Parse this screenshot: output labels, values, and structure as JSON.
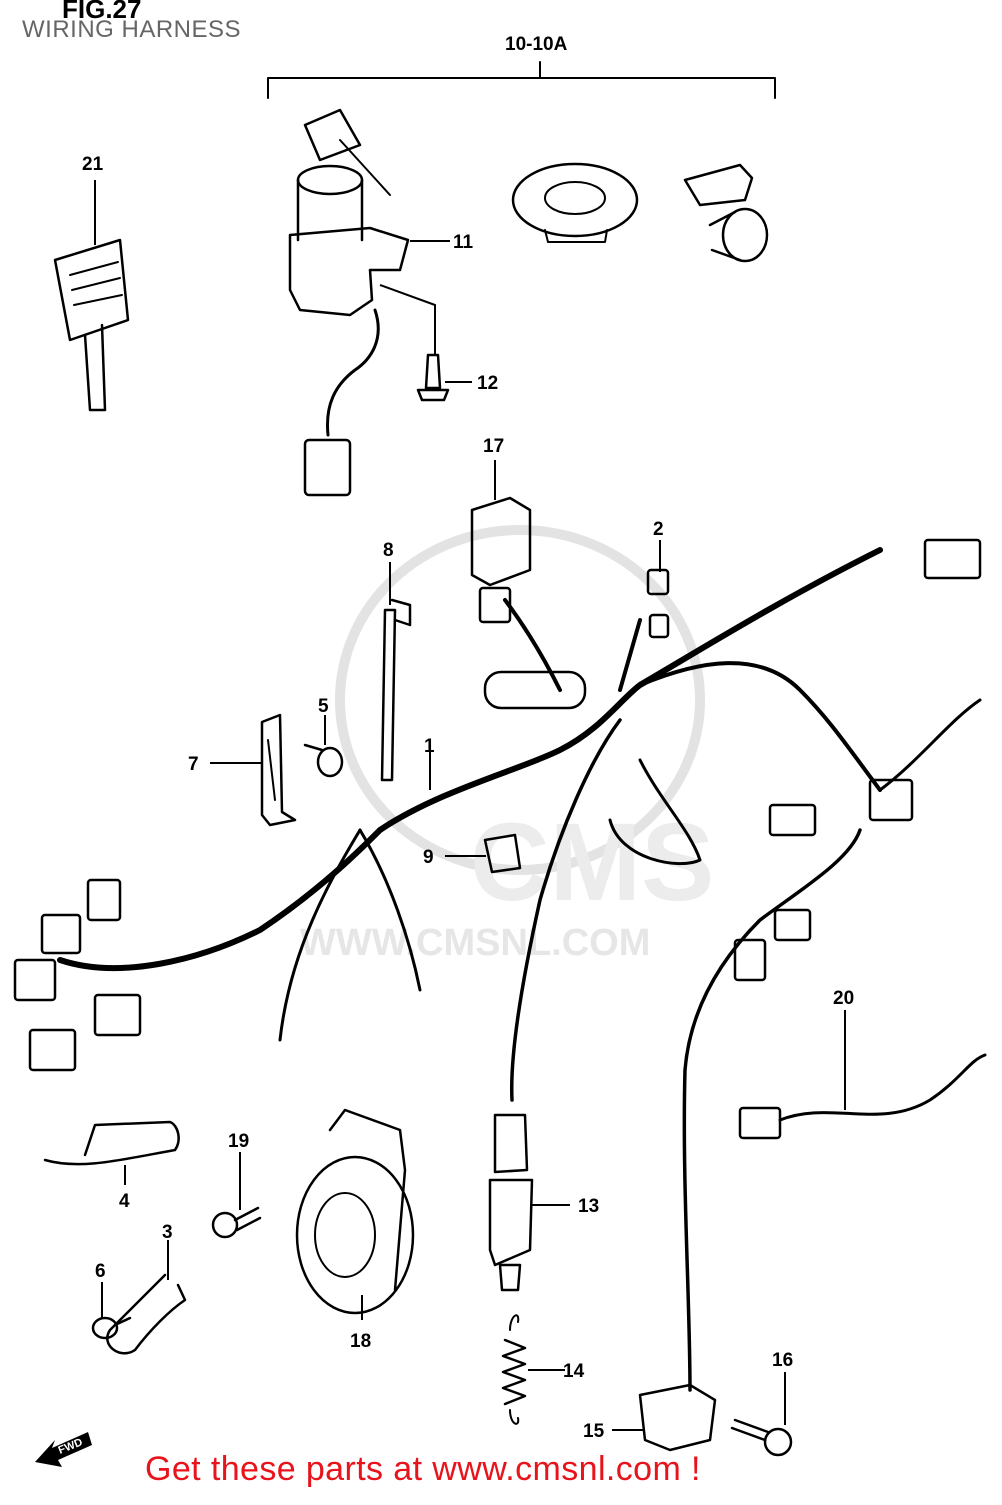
{
  "figure": {
    "title": "FIG.27",
    "subtitle": "WIRING HARNESS",
    "group_label": "10-10A"
  },
  "watermark": {
    "text": "WWW.CMSNL.COM",
    "logo_text": "CMS"
  },
  "callouts": [
    "1",
    "2",
    "3",
    "4",
    "5",
    "6",
    "7",
    "8",
    "9",
    "11",
    "12",
    "13",
    "14",
    "15",
    "16",
    "17",
    "18",
    "19",
    "20",
    "21"
  ],
  "fwd_label": "FWD",
  "promo": {
    "text": "Get these parts at www.cmsnl.com !",
    "color": "#e8141c"
  }
}
